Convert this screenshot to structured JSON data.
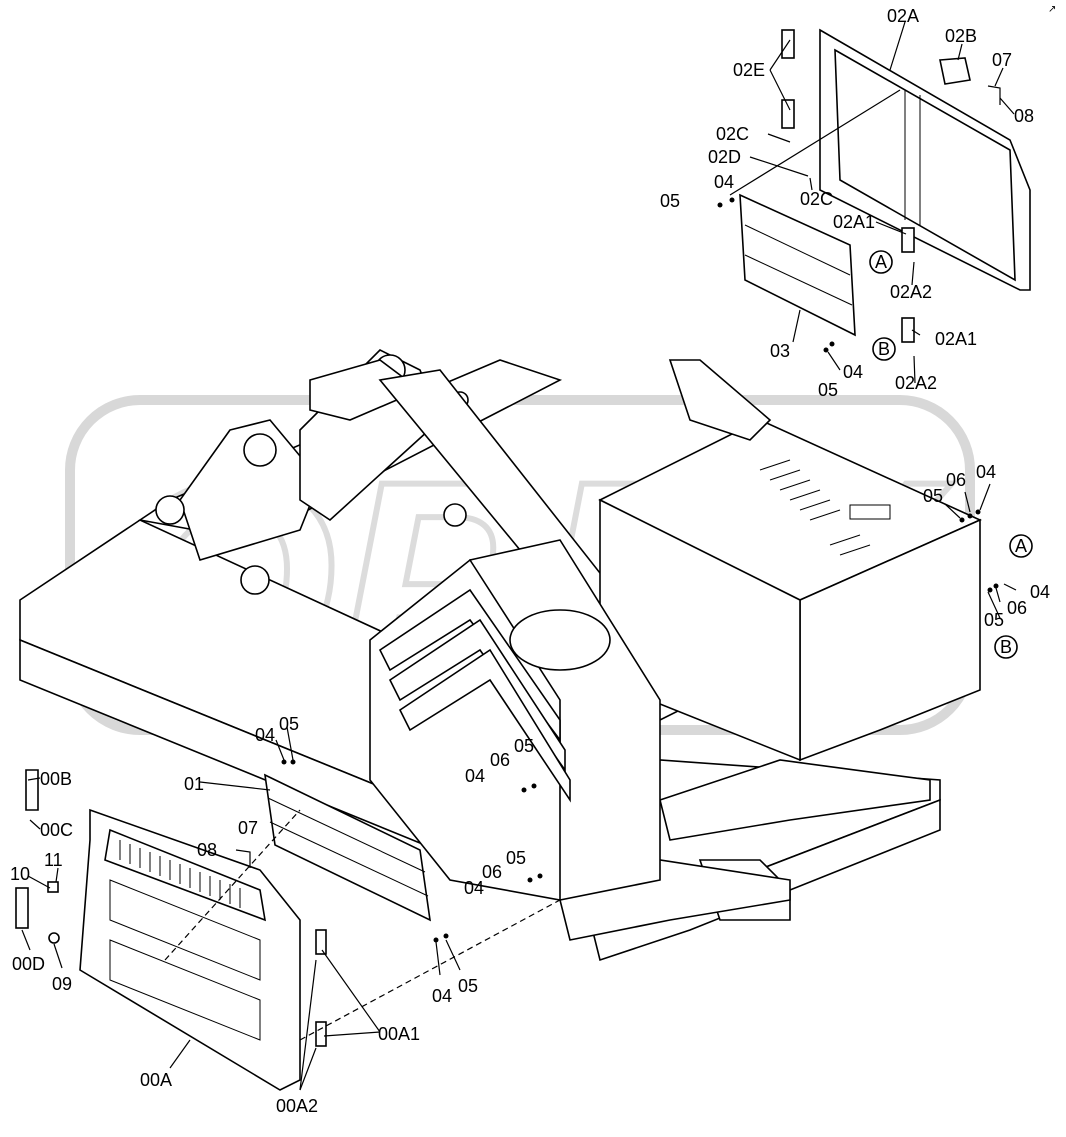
{
  "watermark": "OPEX",
  "corner_glyph": "↗",
  "labels": {
    "p02A": "02A",
    "p02B": "02B",
    "p07_top": "07",
    "p08_top": "08",
    "p02E": "02E",
    "p02C_a": "02C",
    "p02D": "02D",
    "p02C_b": "02C",
    "p04_top": "04",
    "p05_top": "05",
    "p02A1_a": "02A1",
    "pA_top": "A",
    "p02A2_a": "02A2",
    "p03": "03",
    "p04_mid": "04",
    "p05_mid": "05",
    "pB_top": "B",
    "p02A1_b": "02A1",
    "p02A2_b": "02A2",
    "p06_r1": "06",
    "p04_r1": "04",
    "p05_r1": "05",
    "pA_side": "A",
    "p04_r2": "04",
    "p06_r2": "06",
    "p05_r2": "05",
    "pB_side": "B",
    "p04_l1": "04",
    "p05_l1": "05",
    "p01": "01",
    "p00B": "00B",
    "p00C": "00C",
    "p07_bot": "07",
    "p08_bot": "08",
    "p11": "11",
    "p10": "10",
    "p05_c1": "05",
    "p06_c1": "06",
    "p04_c1": "04",
    "p05_c2": "05",
    "p06_c2": "06",
    "p04_c2": "04",
    "p00D": "00D",
    "p09": "09",
    "p04_b": "04",
    "p05_b": "05",
    "p00A1": "00A1",
    "p00A": "00A",
    "p00A2": "00A2"
  }
}
